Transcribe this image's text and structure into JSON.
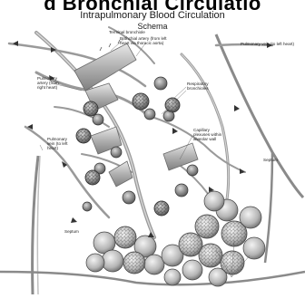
{
  "banner_text": "d Bronchial Circulatio",
  "title": "Intrapulmonary Blood Circulation",
  "subtitle": "Schema",
  "labels": {
    "terminal_bronchiole": "Terminal bronchiole",
    "bronchial_artery": "Bronchial artery (from left heart via thoracic aorta)",
    "pulmonary_vein_top": "Pulmonary vein (to left heart)",
    "pulmonary_artery": "Pulmonary artery (from right heart)",
    "respiratory_bronchioles": "Respiratory bronchioles",
    "pulmonary_vein_left": "Pulmonary vein (to left heart)",
    "capillary_plexuses": "Capillary plexuses within alveolar wall",
    "septum_right": "Septum",
    "septum_left": "Septum"
  },
  "colors": {
    "vessel": "#9a9a9a",
    "vessel_dark": "#5a5a5a",
    "alveolus": "#c8c8c8",
    "label_red": "#b32020"
  }
}
